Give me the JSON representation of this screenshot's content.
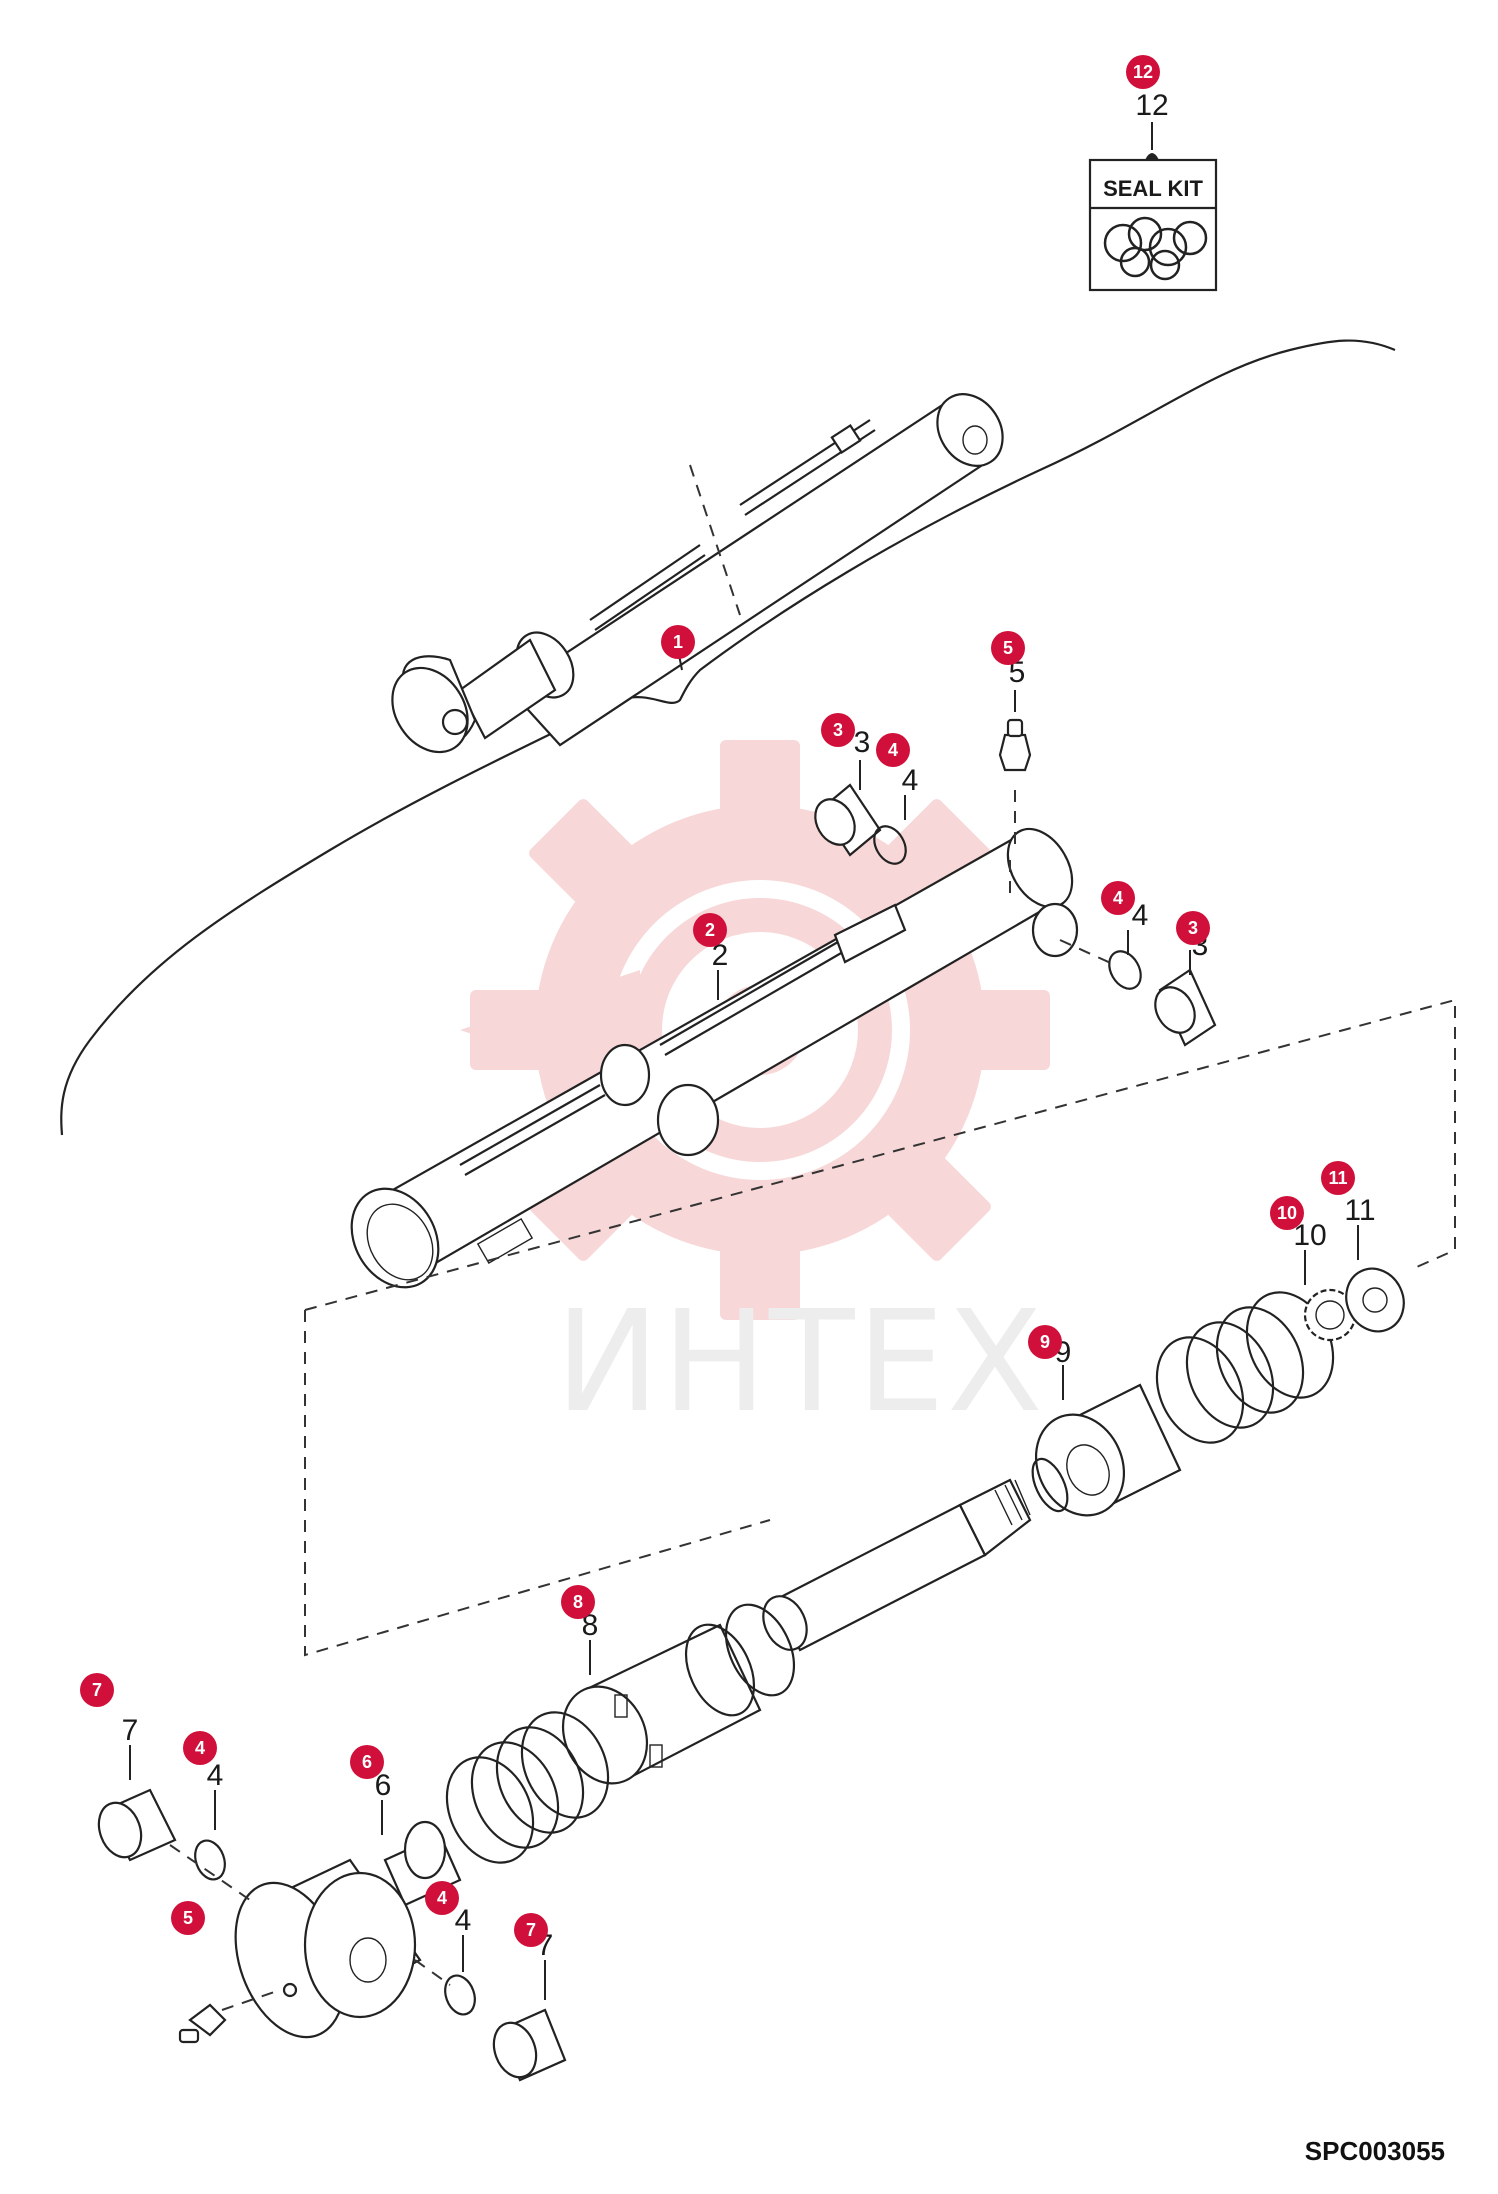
{
  "diagram": {
    "document_code": "SPC003055",
    "watermark_text": "ИНТЕХ",
    "seal_kit_label": "SEAL KIT",
    "callout_color": "#d0103a",
    "watermark_color": "#f4c4c4",
    "callouts": [
      {
        "id": "1",
        "label": "1"
      },
      {
        "id": "2",
        "label": "2"
      },
      {
        "id": "3",
        "label": "3"
      },
      {
        "id": "4",
        "label": "4"
      },
      {
        "id": "5",
        "label": "5"
      },
      {
        "id": "6",
        "label": "6"
      },
      {
        "id": "7",
        "label": "7"
      },
      {
        "id": "8",
        "label": "8"
      },
      {
        "id": "9",
        "label": "9"
      },
      {
        "id": "10",
        "label": "10"
      },
      {
        "id": "11",
        "label": "11"
      },
      {
        "id": "12",
        "label": "12"
      }
    ],
    "part_labels": [
      "12",
      "2",
      "3",
      "4",
      "5",
      "6",
      "7",
      "8",
      "9",
      "10",
      "11"
    ]
  }
}
